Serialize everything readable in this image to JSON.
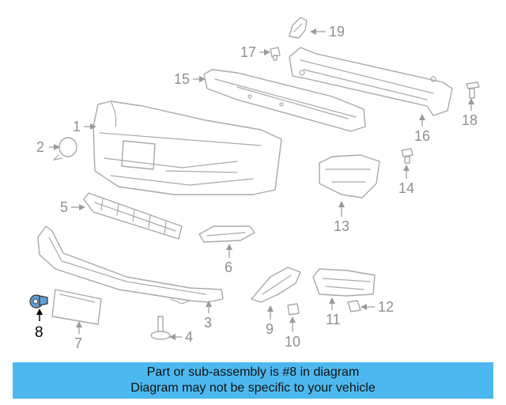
{
  "callouts": [
    "1",
    "2",
    "3",
    "4",
    "5",
    "6",
    "7",
    "8",
    "9",
    "10",
    "11",
    "12",
    "13",
    "14",
    "15",
    "16",
    "17",
    "18",
    "19"
  ],
  "highlighted_part": "8",
  "colors": {
    "banner": "#4db8f0",
    "highlight": "#5f9fd9",
    "line_art": "#a9a9a9"
  },
  "banner": {
    "line1": "Part or sub-assembly is #8 in diagram",
    "line2": "Diagram may not be specific to your vehicle"
  }
}
